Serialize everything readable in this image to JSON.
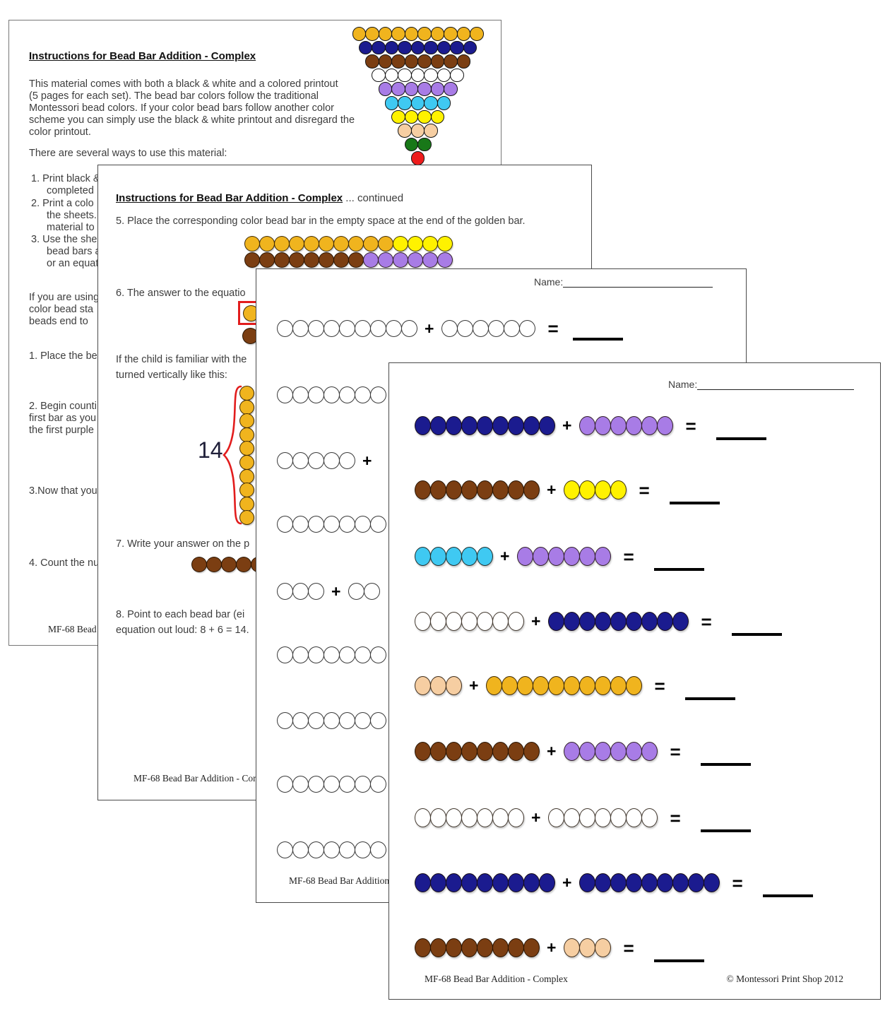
{
  "colors": {
    "golden": "#F0B41E",
    "yellow": "#FFF200",
    "dark_blue": "#1B1B8F",
    "brown": "#7B3E12",
    "purple": "#A87CE6",
    "cyan": "#3FC9F2",
    "peach": "#F6CEA2",
    "green": "#187818",
    "red": "#EE1C1C",
    "white": "#FFFFFF"
  },
  "operators": {
    "plus": "+",
    "equals": "="
  },
  "page1": {
    "title": "Instructions for Bead Bar Addition - Complex",
    "para1_lines": [
      "This material comes with both a black & white and a colored printout",
      "(5 pages for each set). The bead bar colors follow the traditional",
      "Montessori bead colors. If your color bead bars follow another color",
      "scheme you can simply use the black & white printout and disregard the",
      "color printout."
    ],
    "para2": "There are several ways to use this material:",
    "list": {
      "i1a": "1.  Print black &",
      "i1b": "completed",
      "i2a": "2.  Print a colo",
      "i2b": "the sheets.",
      "i2c": "material to",
      "i3a": "3.  Use the she",
      "i3b": "bead bars a",
      "i3c": "or an equat"
    },
    "para3_lines": [
      "If you are using",
      "color bead sta",
      "beads end to"
    ],
    "step1": "1. Place the be",
    "step2_lines": [
      "2. Begin counti",
      "first bar as you",
      "the first purple"
    ],
    "step3": "3.Now that you",
    "step4": "4. Count the nu",
    "triangle_rows": [
      {
        "count": 10,
        "color": "golden"
      },
      {
        "count": 9,
        "color": "dark_blue"
      },
      {
        "count": 8,
        "color": "brown"
      },
      {
        "count": 7,
        "color": "white"
      },
      {
        "count": 6,
        "color": "purple"
      },
      {
        "count": 5,
        "color": "cyan"
      },
      {
        "count": 4,
        "color": "yellow"
      },
      {
        "count": 3,
        "color": "peach"
      },
      {
        "count": 2,
        "color": "green"
      },
      {
        "count": 1,
        "color": "red"
      }
    ],
    "footer": "MF-68 Bead Ba"
  },
  "page2": {
    "title": "Instructions for Bead Bar Addition - Complex",
    "title_suffix": " ... continued",
    "step5": "5. Place the corresponding color bead bar in the empty space at the end of the golden bar.",
    "bar1": [
      {
        "count": 10,
        "color": "golden"
      },
      {
        "count": 4,
        "color": "yellow"
      }
    ],
    "bar2": [
      {
        "count": 8,
        "color": "brown"
      },
      {
        "count": 6,
        "color": "purple"
      }
    ],
    "step6": "6. The answer to the equatio",
    "familiar_lines": [
      "If the child is familiar with the",
      "turned vertically like this:"
    ],
    "sum_label": "14",
    "vertical_beads": {
      "count": 10,
      "color": "golden"
    },
    "step7": "7. Write your answer on the p",
    "bar3": [
      {
        "count": 5,
        "color": "brown"
      }
    ],
    "step8_lines": [
      "8. Point to each bead bar (ei",
      "equation out loud: 8 + 6 = 14."
    ],
    "footer": "MF-68 Bead Bar Addition - Complex"
  },
  "page3": {
    "name_label": "Name:",
    "rows": [
      {
        "groups": [
          {
            "count": 9,
            "color": "white"
          },
          {
            "count": 6,
            "color": "white"
          }
        ],
        "plus": true,
        "equals": true,
        "answer": true
      },
      {
        "groups": [
          {
            "count": 7,
            "color": "white"
          }
        ]
      },
      {
        "groups": [
          {
            "count": 5,
            "color": "white"
          }
        ],
        "plus": true
      },
      {
        "groups": [
          {
            "count": 7,
            "color": "white"
          }
        ]
      },
      {
        "groups": [
          {
            "count": 3,
            "color": "white"
          },
          {
            "count": 2,
            "color": "white"
          }
        ],
        "plus": true
      },
      {
        "groups": [
          {
            "count": 7,
            "color": "white"
          }
        ]
      },
      {
        "groups": [
          {
            "count": 7,
            "color": "white"
          }
        ]
      },
      {
        "groups": [
          {
            "count": 7,
            "color": "white"
          }
        ]
      },
      {
        "groups": [
          {
            "count": 7,
            "color": "white"
          }
        ]
      }
    ],
    "footer": "MF-68 Bead Bar Addition - C"
  },
  "page4": {
    "name_label": "Name:",
    "rows": [
      {
        "groups": [
          {
            "count": 9,
            "color": "dark_blue"
          },
          {
            "count": 6,
            "color": "purple"
          }
        ],
        "plus": true,
        "equals": true,
        "answer": true
      },
      {
        "groups": [
          {
            "count": 8,
            "color": "brown"
          },
          {
            "count": 4,
            "color": "yellow"
          }
        ],
        "plus": true,
        "equals": true,
        "answer": true
      },
      {
        "groups": [
          {
            "count": 5,
            "color": "cyan"
          },
          {
            "count": 6,
            "color": "purple"
          }
        ],
        "plus": true,
        "equals": true,
        "answer": true
      },
      {
        "groups": [
          {
            "count": 7,
            "color": "white"
          },
          {
            "count": 9,
            "color": "dark_blue"
          }
        ],
        "plus": true,
        "equals": true,
        "answer": true
      },
      {
        "groups": [
          {
            "count": 3,
            "color": "peach"
          },
          {
            "count": 10,
            "color": "golden"
          }
        ],
        "plus": true,
        "equals": true,
        "answer": true
      },
      {
        "groups": [
          {
            "count": 8,
            "color": "brown"
          },
          {
            "count": 6,
            "color": "purple"
          }
        ],
        "plus": true,
        "equals": true,
        "answer": true
      },
      {
        "groups": [
          {
            "count": 7,
            "color": "white"
          },
          {
            "count": 7,
            "color": "white"
          }
        ],
        "plus": true,
        "equals": true,
        "answer": true
      },
      {
        "groups": [
          {
            "count": 9,
            "color": "dark_blue"
          },
          {
            "count": 9,
            "color": "dark_blue"
          }
        ],
        "plus": true,
        "equals": true,
        "answer": true
      },
      {
        "groups": [
          {
            "count": 8,
            "color": "brown"
          },
          {
            "count": 3,
            "color": "peach"
          }
        ],
        "plus": true,
        "equals": true,
        "answer": true
      }
    ],
    "footer_left": "MF-68 Bead Bar Addition - Complex",
    "footer_right": "© Montessori Print Shop 2012"
  }
}
